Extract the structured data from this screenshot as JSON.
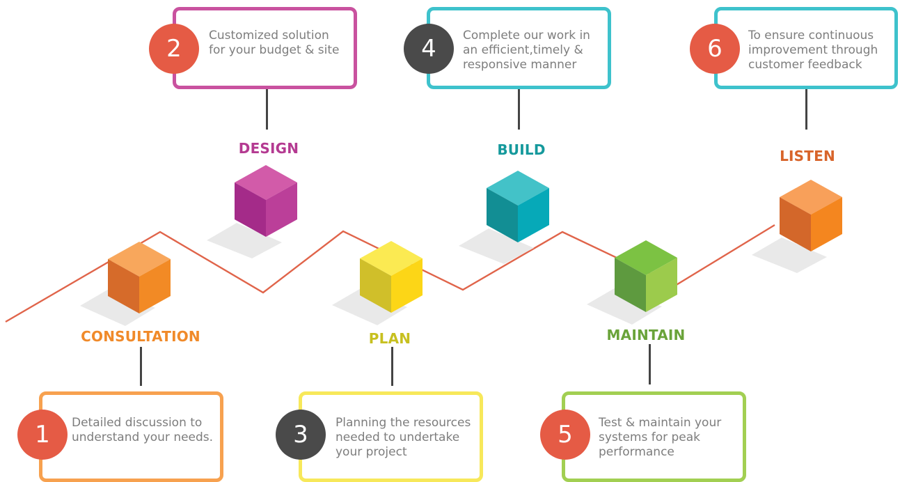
{
  "steps": [
    {
      "number": "1",
      "label": "CONSULTATION",
      "text": "Detailed discussion to\nunderstand your needs.",
      "color": "#f7a14f"
    },
    {
      "number": "2",
      "label": "DESIGN",
      "text": "Customized solution\nfor your budget & site",
      "color": "#c9529f"
    },
    {
      "number": "3",
      "label": "PLAN",
      "text": "Planning the resources\nneeded to undertake\nyour project",
      "color": "#f7e85a"
    },
    {
      "number": "4",
      "label": "BUILD",
      "text": "Complete our work in\nan efficient,timely &\nresponsive manner",
      "color": "#3ec2cc"
    },
    {
      "number": "5",
      "label": "MAINTAIN",
      "text": "Test & maintain your\nsystems for peak\nperformance",
      "color": "#a2cf52"
    },
    {
      "number": "6",
      "label": "LISTEN",
      "text": "To ensure continuous\nimprovement through\ncustomer feedback",
      "color": "#f08a3c"
    }
  ],
  "colors": {
    "path_line": "#e0644a",
    "number_red": "#e55b45",
    "number_dark": "#4a4a4a",
    "label_consultation": "#f08a2a",
    "label_design": "#b43a91",
    "label_plan": "#c7c020",
    "label_build": "#15999c",
    "label_maintain": "#6aa33a",
    "label_listen": "#d8642a"
  }
}
